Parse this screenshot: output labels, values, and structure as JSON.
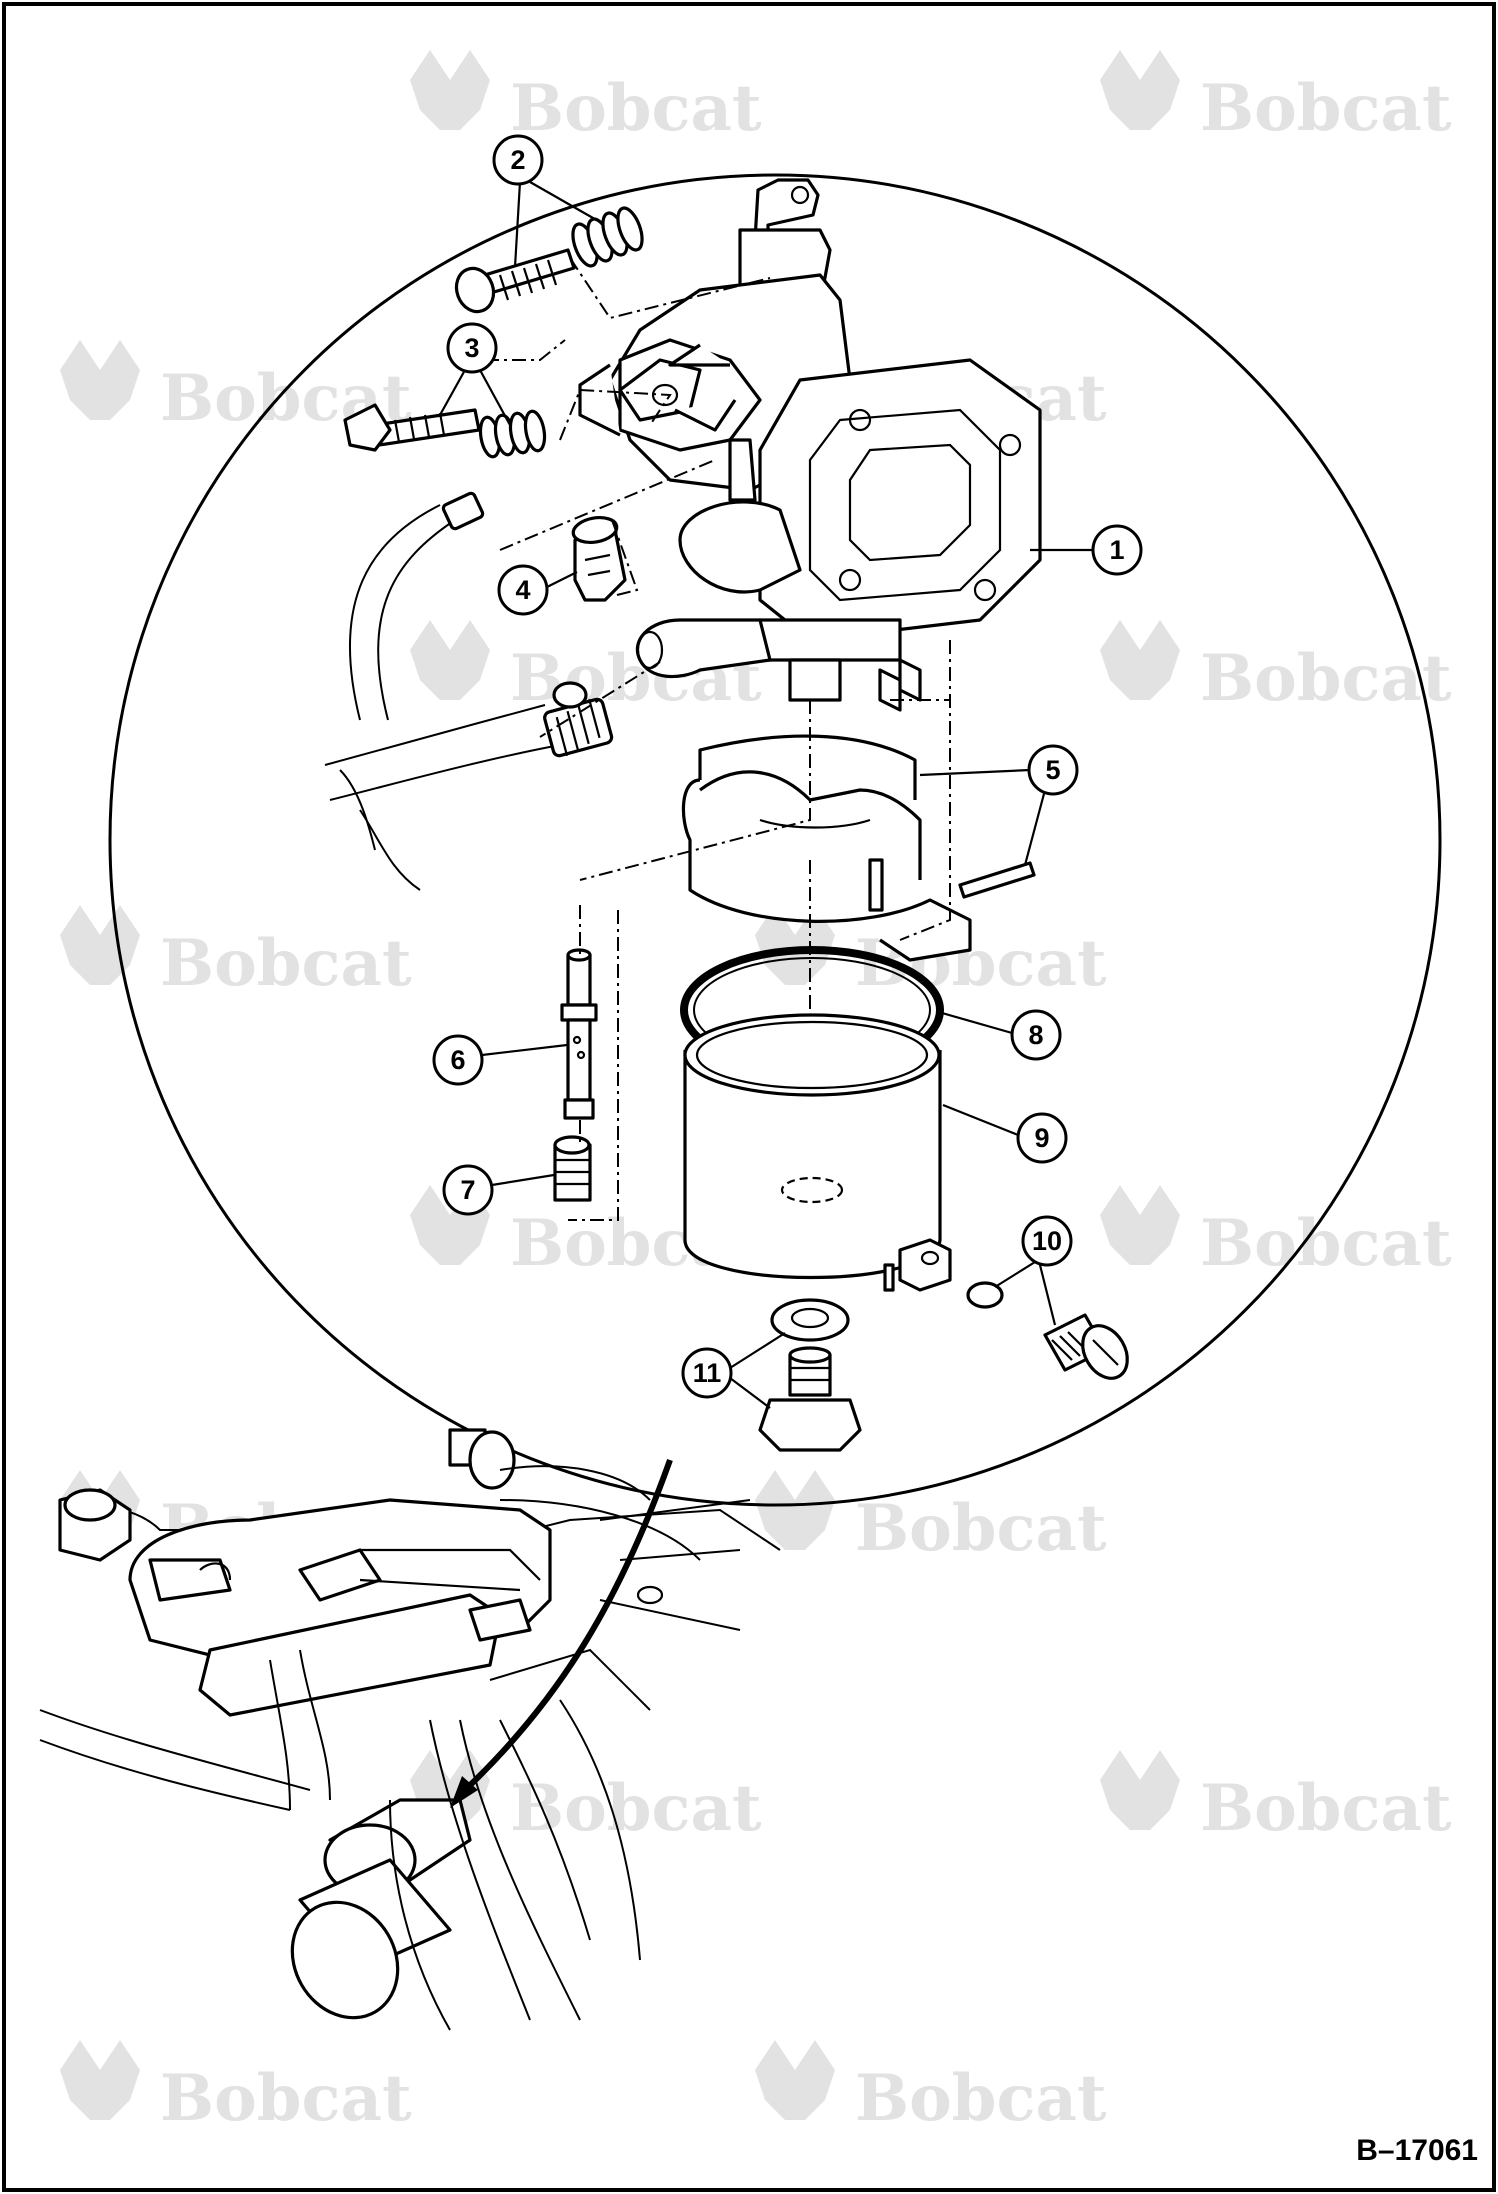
{
  "watermark": {
    "brand": "Bobcat"
  },
  "figure_id": "B–17061",
  "callouts": [
    {
      "number": "1"
    },
    {
      "number": "2"
    },
    {
      "number": "3"
    },
    {
      "number": "4"
    },
    {
      "number": "5"
    },
    {
      "number": "6"
    },
    {
      "number": "7"
    },
    {
      "number": "8"
    },
    {
      "number": "9"
    },
    {
      "number": "10"
    },
    {
      "number": "11"
    }
  ]
}
